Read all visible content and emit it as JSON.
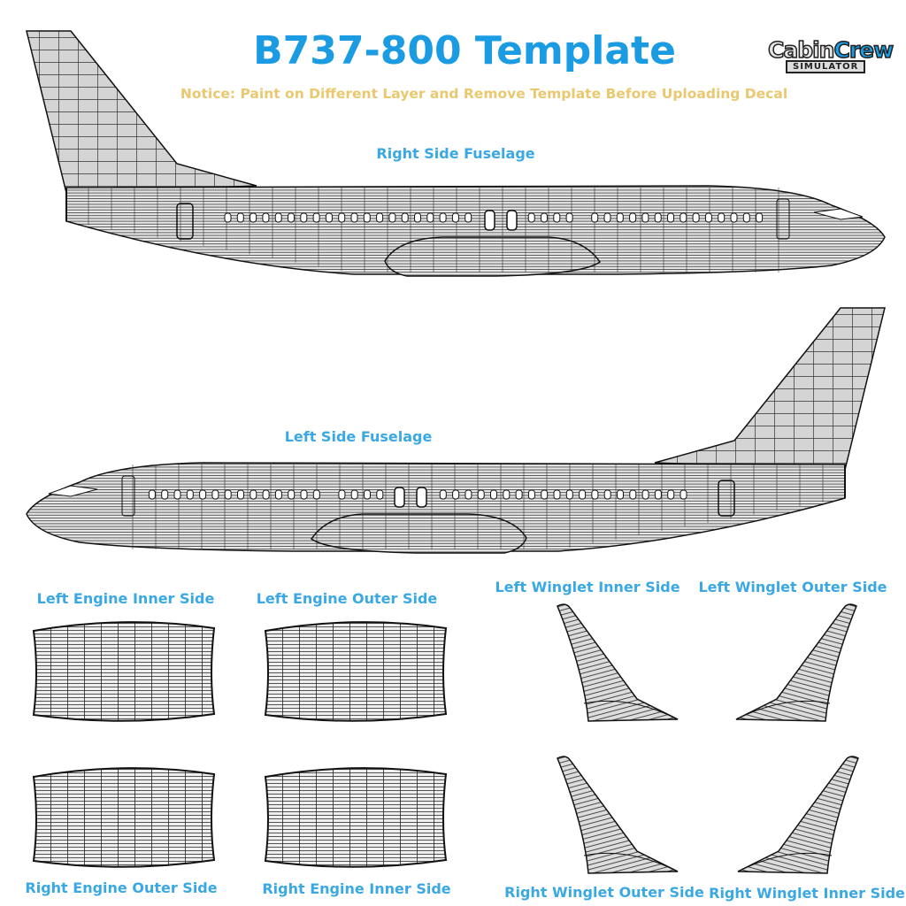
{
  "header": {
    "title": "B737-800 Template",
    "notice": "Notice: Paint on Different Layer and Remove Template Before Uploading Decal",
    "logo": {
      "line1a": "Cabin",
      "line1b": "Crew",
      "line2": "SIMULATOR"
    }
  },
  "sections": {
    "right_fuselage": "Right Side Fuselage",
    "left_fuselage": "Left Side Fuselage",
    "left_engine_inner": "Left Engine Inner Side",
    "left_engine_outer": "Left Engine Outer Side",
    "right_engine_outer": "Right Engine Outer Side",
    "right_engine_inner": "Right Engine Inner Side",
    "left_winglet_inner": "Left Winglet Inner Side",
    "left_winglet_outer": "Left Winglet Outer Side",
    "right_winglet_outer": "Right Winglet Outer Side",
    "right_winglet_inner": "Right Winglet Inner Side"
  },
  "colors": {
    "title": "#1a9be2",
    "notice": "#e9c870",
    "label": "#3aa8e3",
    "mesh_fill": "#d4d4d4",
    "mesh_line": "#111111"
  }
}
